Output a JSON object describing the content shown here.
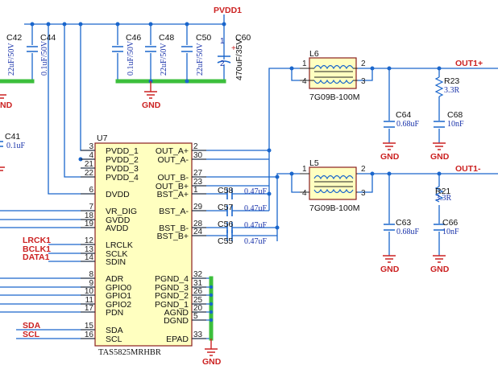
{
  "chip": {
    "ref": "U7",
    "part": "TAS5825MRHBR",
    "left_pins": [
      {
        "num": "3",
        "name": "PVDD_1"
      },
      {
        "num": "4",
        "name": "PVDD_2"
      },
      {
        "num": "21",
        "name": "PVDD_3"
      },
      {
        "num": "22",
        "name": "PVDD_4"
      },
      {
        "num": "6",
        "name": "DVDD"
      },
      {
        "num": "7",
        "name": "VR_DIG"
      },
      {
        "num": "18",
        "name": "GVDD"
      },
      {
        "num": "19",
        "name": "AVDD"
      },
      {
        "num": "12",
        "name": "LRCLK"
      },
      {
        "num": "13",
        "name": "SCLK"
      },
      {
        "num": "14",
        "name": "SDIN"
      },
      {
        "num": "8",
        "name": "ADR"
      },
      {
        "num": "9",
        "name": "GPIO0"
      },
      {
        "num": "10",
        "name": "GPIO1"
      },
      {
        "num": "11",
        "name": "GPIO2"
      },
      {
        "num": "17",
        "name": "PDN"
      },
      {
        "num": "15",
        "name": "SDA"
      },
      {
        "num": "16",
        "name": "SCL"
      }
    ],
    "right_pins": [
      {
        "num": "2",
        "name": "OUT_A+"
      },
      {
        "num": "30",
        "name": "OUT_A-"
      },
      {
        "num": "27",
        "name": "OUT_B-"
      },
      {
        "num": "23",
        "name": "OUT_B+"
      },
      {
        "num": "1",
        "name": "BST_A+"
      },
      {
        "num": "29",
        "name": "BST_A-"
      },
      {
        "num": "28",
        "name": "BST_B-"
      },
      {
        "num": "24",
        "name": "BST_B+"
      },
      {
        "num": "32",
        "name": "PGND_4"
      },
      {
        "num": "31",
        "name": "PGND_3"
      },
      {
        "num": "26",
        "name": "PGND_2"
      },
      {
        "num": "25",
        "name": "PGND_1"
      },
      {
        "num": "20",
        "name": "AGND"
      },
      {
        "num": "5",
        "name": "DGND"
      },
      {
        "num": "33",
        "name": "EPAD"
      }
    ]
  },
  "nets": {
    "pvdd": "PVDD1",
    "lrck": "LRCK1",
    "bclk": "BCLK1",
    "data": "DATA1",
    "sda": "SDA",
    "scl": "SCL",
    "out_pos": "OUT1+",
    "out_neg": "OUT1-",
    "gnd": "GND"
  },
  "caps_top": [
    {
      "ref": "C42",
      "value": "22uF/50V"
    },
    {
      "ref": "C44",
      "value": "0.1uF/50V"
    },
    {
      "ref": "C46",
      "value": "0.1uF/50V"
    },
    {
      "ref": "C48",
      "value": "22uF/50V"
    },
    {
      "ref": "C50",
      "value": "22uF/50V"
    },
    {
      "ref": "C60",
      "value": "470uF/35V"
    }
  ],
  "c41": {
    "ref": "C41",
    "value": "0.1uF"
  },
  "bst_caps": [
    {
      "ref": "C58",
      "value": "0.47uF"
    },
    {
      "ref": "C57",
      "value": "0.47uF"
    },
    {
      "ref": "C56",
      "value": "0.47uF"
    },
    {
      "ref": "C55",
      "value": "0.47uF"
    }
  ],
  "inductors": [
    {
      "ref": "L6",
      "part": "7G09B-100M",
      "pins": [
        "1",
        "2",
        "4",
        "3"
      ]
    },
    {
      "ref": "L5",
      "part": "7G09B-100M",
      "pins": [
        "1",
        "2",
        "4",
        "3"
      ]
    }
  ],
  "filter_parts": {
    "c64": {
      "ref": "C64",
      "value": "0.68uF"
    },
    "c68": {
      "ref": "C68",
      "value": "10nF"
    },
    "r23": {
      "ref": "R23",
      "value": "3.3R"
    },
    "c63": {
      "ref": "C63",
      "value": "0.68uF"
    },
    "c66": {
      "ref": "C66",
      "value": "10nF"
    },
    "r21": {
      "ref": "R21",
      "value": "3.3R"
    }
  },
  "c60_pins": [
    "1",
    "2"
  ],
  "polarity": "+"
}
